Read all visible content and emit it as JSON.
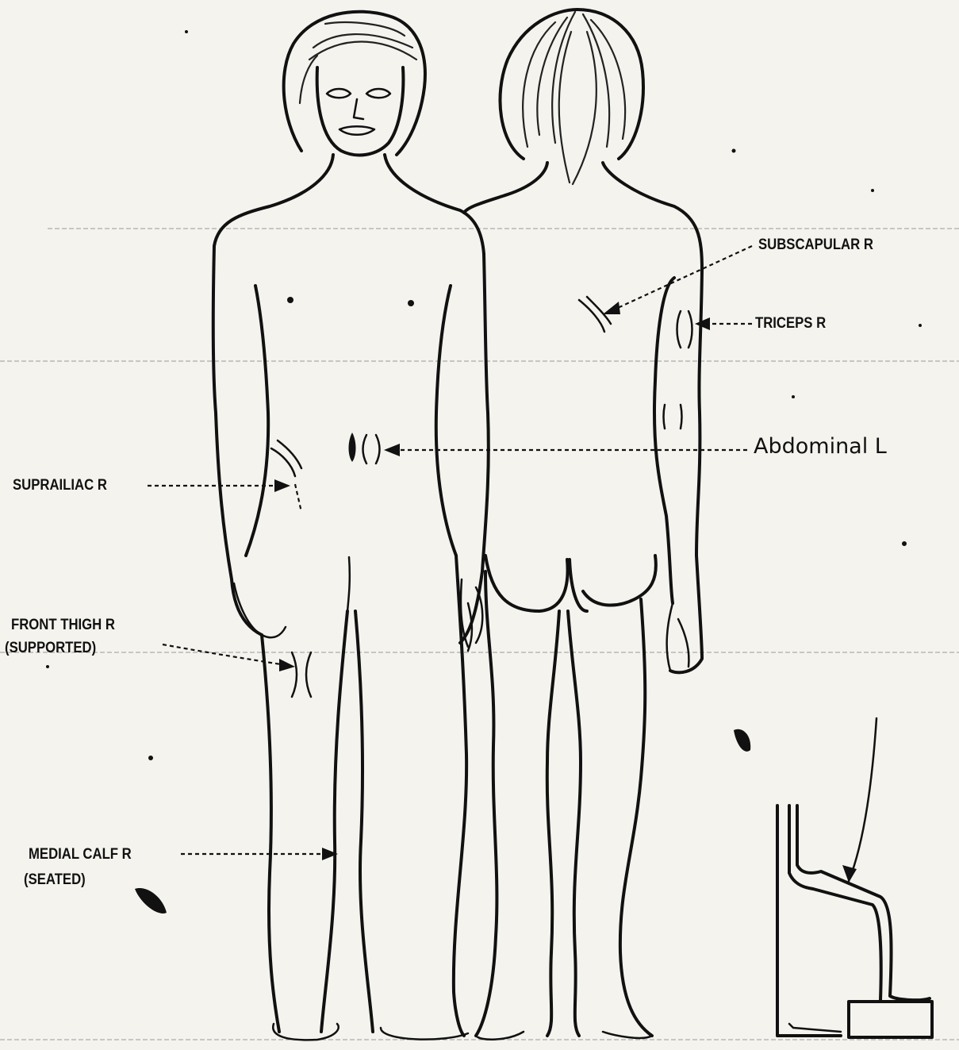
{
  "labels": {
    "subscapular": "SUBSCAPULAR R",
    "triceps": "TRICEPS R",
    "abdominal": "Abdominal L",
    "suprailiac": "SUPRAILIAC R",
    "front_thigh_line1": "FRONT THIGH R",
    "front_thigh_line2": "(SUPPORTED)",
    "medial_calf_line1": "MEDIAL CALF R",
    "medial_calf_line2": "(SEATED)"
  }
}
